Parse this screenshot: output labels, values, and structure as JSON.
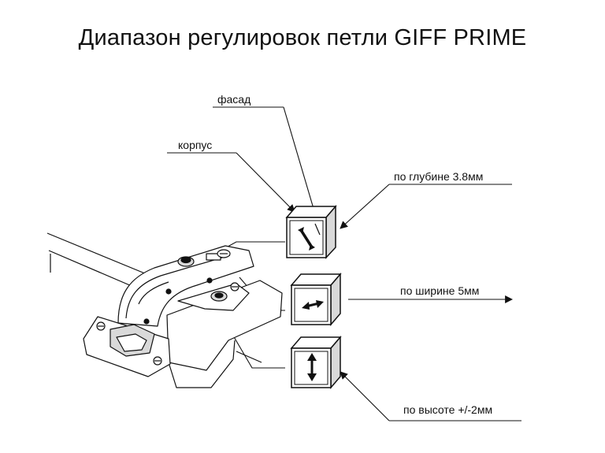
{
  "title": "Диапазон регулировок петли GIFF PRIME",
  "labels": {
    "facade": "фасад",
    "body": "корпус",
    "depth": "по глубине 3.8мм",
    "width": "по ширине 5мм",
    "height": "по высоте +/-2мм"
  },
  "colors": {
    "ink": "#111111",
    "fill": "#ffffff",
    "shade": "#d9d9d9"
  }
}
